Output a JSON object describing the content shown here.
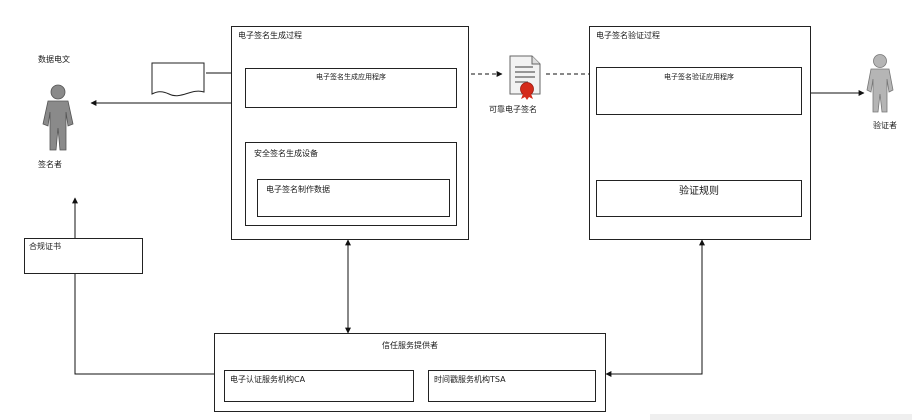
{
  "actors": {
    "signer_top_label": "数据电文",
    "signer_label": "签名者",
    "verifier_label": "验证者"
  },
  "compliance_cert": {
    "label": "合规证书"
  },
  "generation": {
    "title": "电子签名生成过程",
    "app_label": "电子签名生成应用程序",
    "device_label": "安全签名生成设备",
    "data_label": "电子签名制作数据"
  },
  "reliable_signature": {
    "label": "可靠电子签名"
  },
  "verification": {
    "title": "电子签名验证过程",
    "app_label": "电子签名验证应用程序",
    "rules_label": "验证规则"
  },
  "trust_provider": {
    "title": "信任服务提供者",
    "ca_label": "电子认证服务机构CA",
    "tsa_label": "时间戳服务机构TSA"
  },
  "colors": {
    "line": "#111111",
    "box_border": "#222222",
    "person_fill": "#8a8a8a",
    "verifier_fill": "#b5b5b5",
    "seal": "#d42a1a"
  },
  "icons": [
    "person-signer-icon",
    "document-icon",
    "certificate-seal-icon",
    "person-verifier-icon"
  ]
}
